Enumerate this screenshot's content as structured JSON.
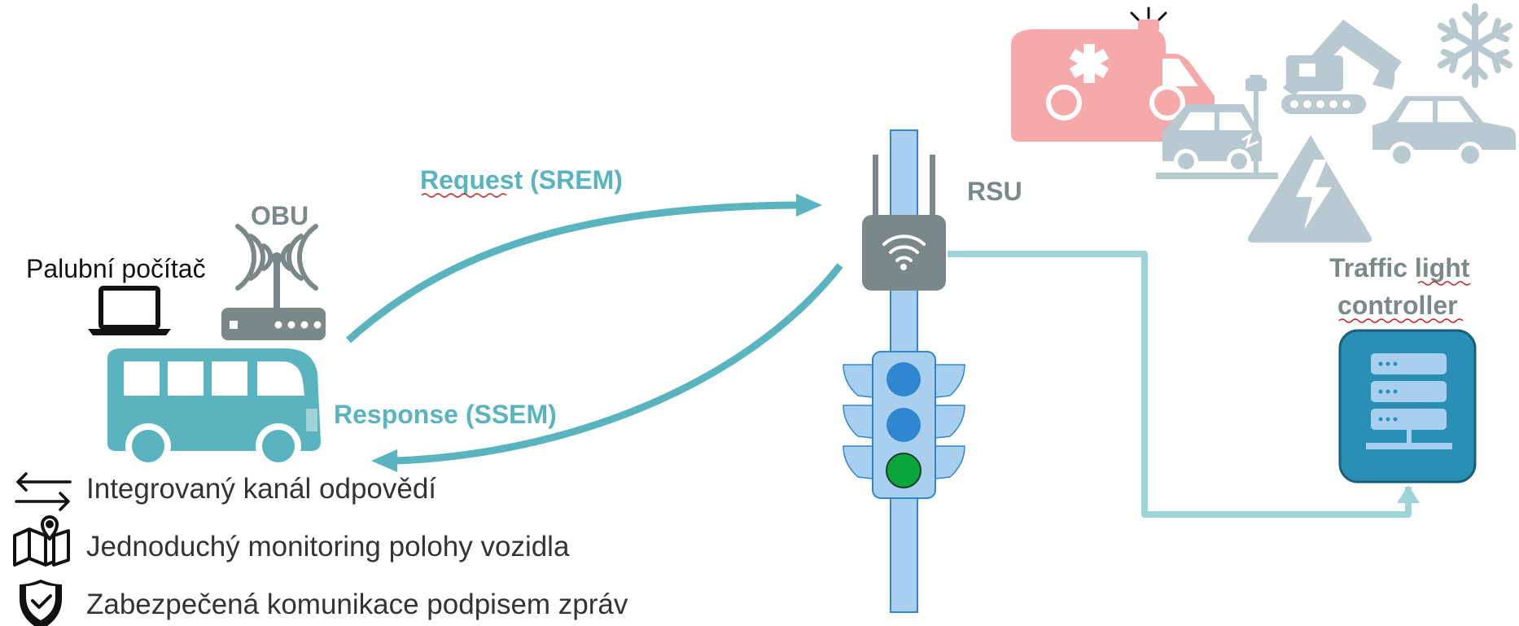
{
  "diagram": {
    "labels": {
      "obu": "OBU",
      "onboard_computer": "Palubní počítač",
      "rsu": "RSU",
      "request": "Request (SREM)",
      "response": "Response (SSEM)",
      "controller_line1": "Traffic light",
      "controller_line2": "controller"
    },
    "legend": [
      {
        "icon": "two-way-arrows-icon",
        "text": "Integrovaný kanál odpovědí"
      },
      {
        "icon": "map-pin-icon",
        "text": "Jednoduchý monitoring polohy vozidla"
      },
      {
        "icon": "shield-check-icon",
        "text": "Zabezpečená komunikace podpisem zpráv"
      }
    ],
    "colors": {
      "teal": "#5ab4c0",
      "light_teal": "#9fd3da",
      "gray": "#7a888a",
      "pole_blue": "#a9cfee",
      "signal_blue": "#2e86cf",
      "signal_green": "#0aa63c",
      "ambulance_pink": "#f7a9a9",
      "scene_gray": "#b9c9d0",
      "server_blue": "#2a8fb5"
    },
    "signals": [
      "blue",
      "blue",
      "green"
    ]
  }
}
